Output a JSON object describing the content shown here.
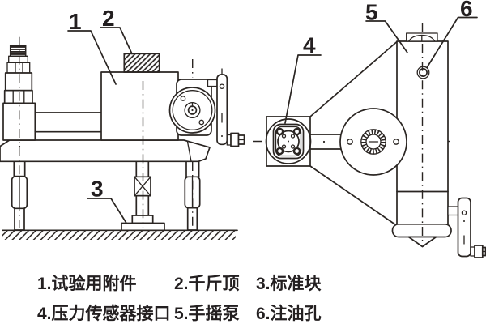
{
  "colors": {
    "line": "#2a2522",
    "background": "#ffffff"
  },
  "callouts": {
    "n1": "1",
    "n2": "2",
    "n3": "3",
    "n4": "4",
    "n5": "5",
    "n6": "6"
  },
  "legend": {
    "row1": [
      {
        "label": "1.试验用附件"
      },
      {
        "label": "2.千斤顶"
      },
      {
        "label": "3.标准块"
      }
    ],
    "row2": [
      {
        "label": "4.压力传感器接口"
      },
      {
        "label": "5.手摇泵"
      },
      {
        "label": "6.注油孔"
      }
    ]
  }
}
